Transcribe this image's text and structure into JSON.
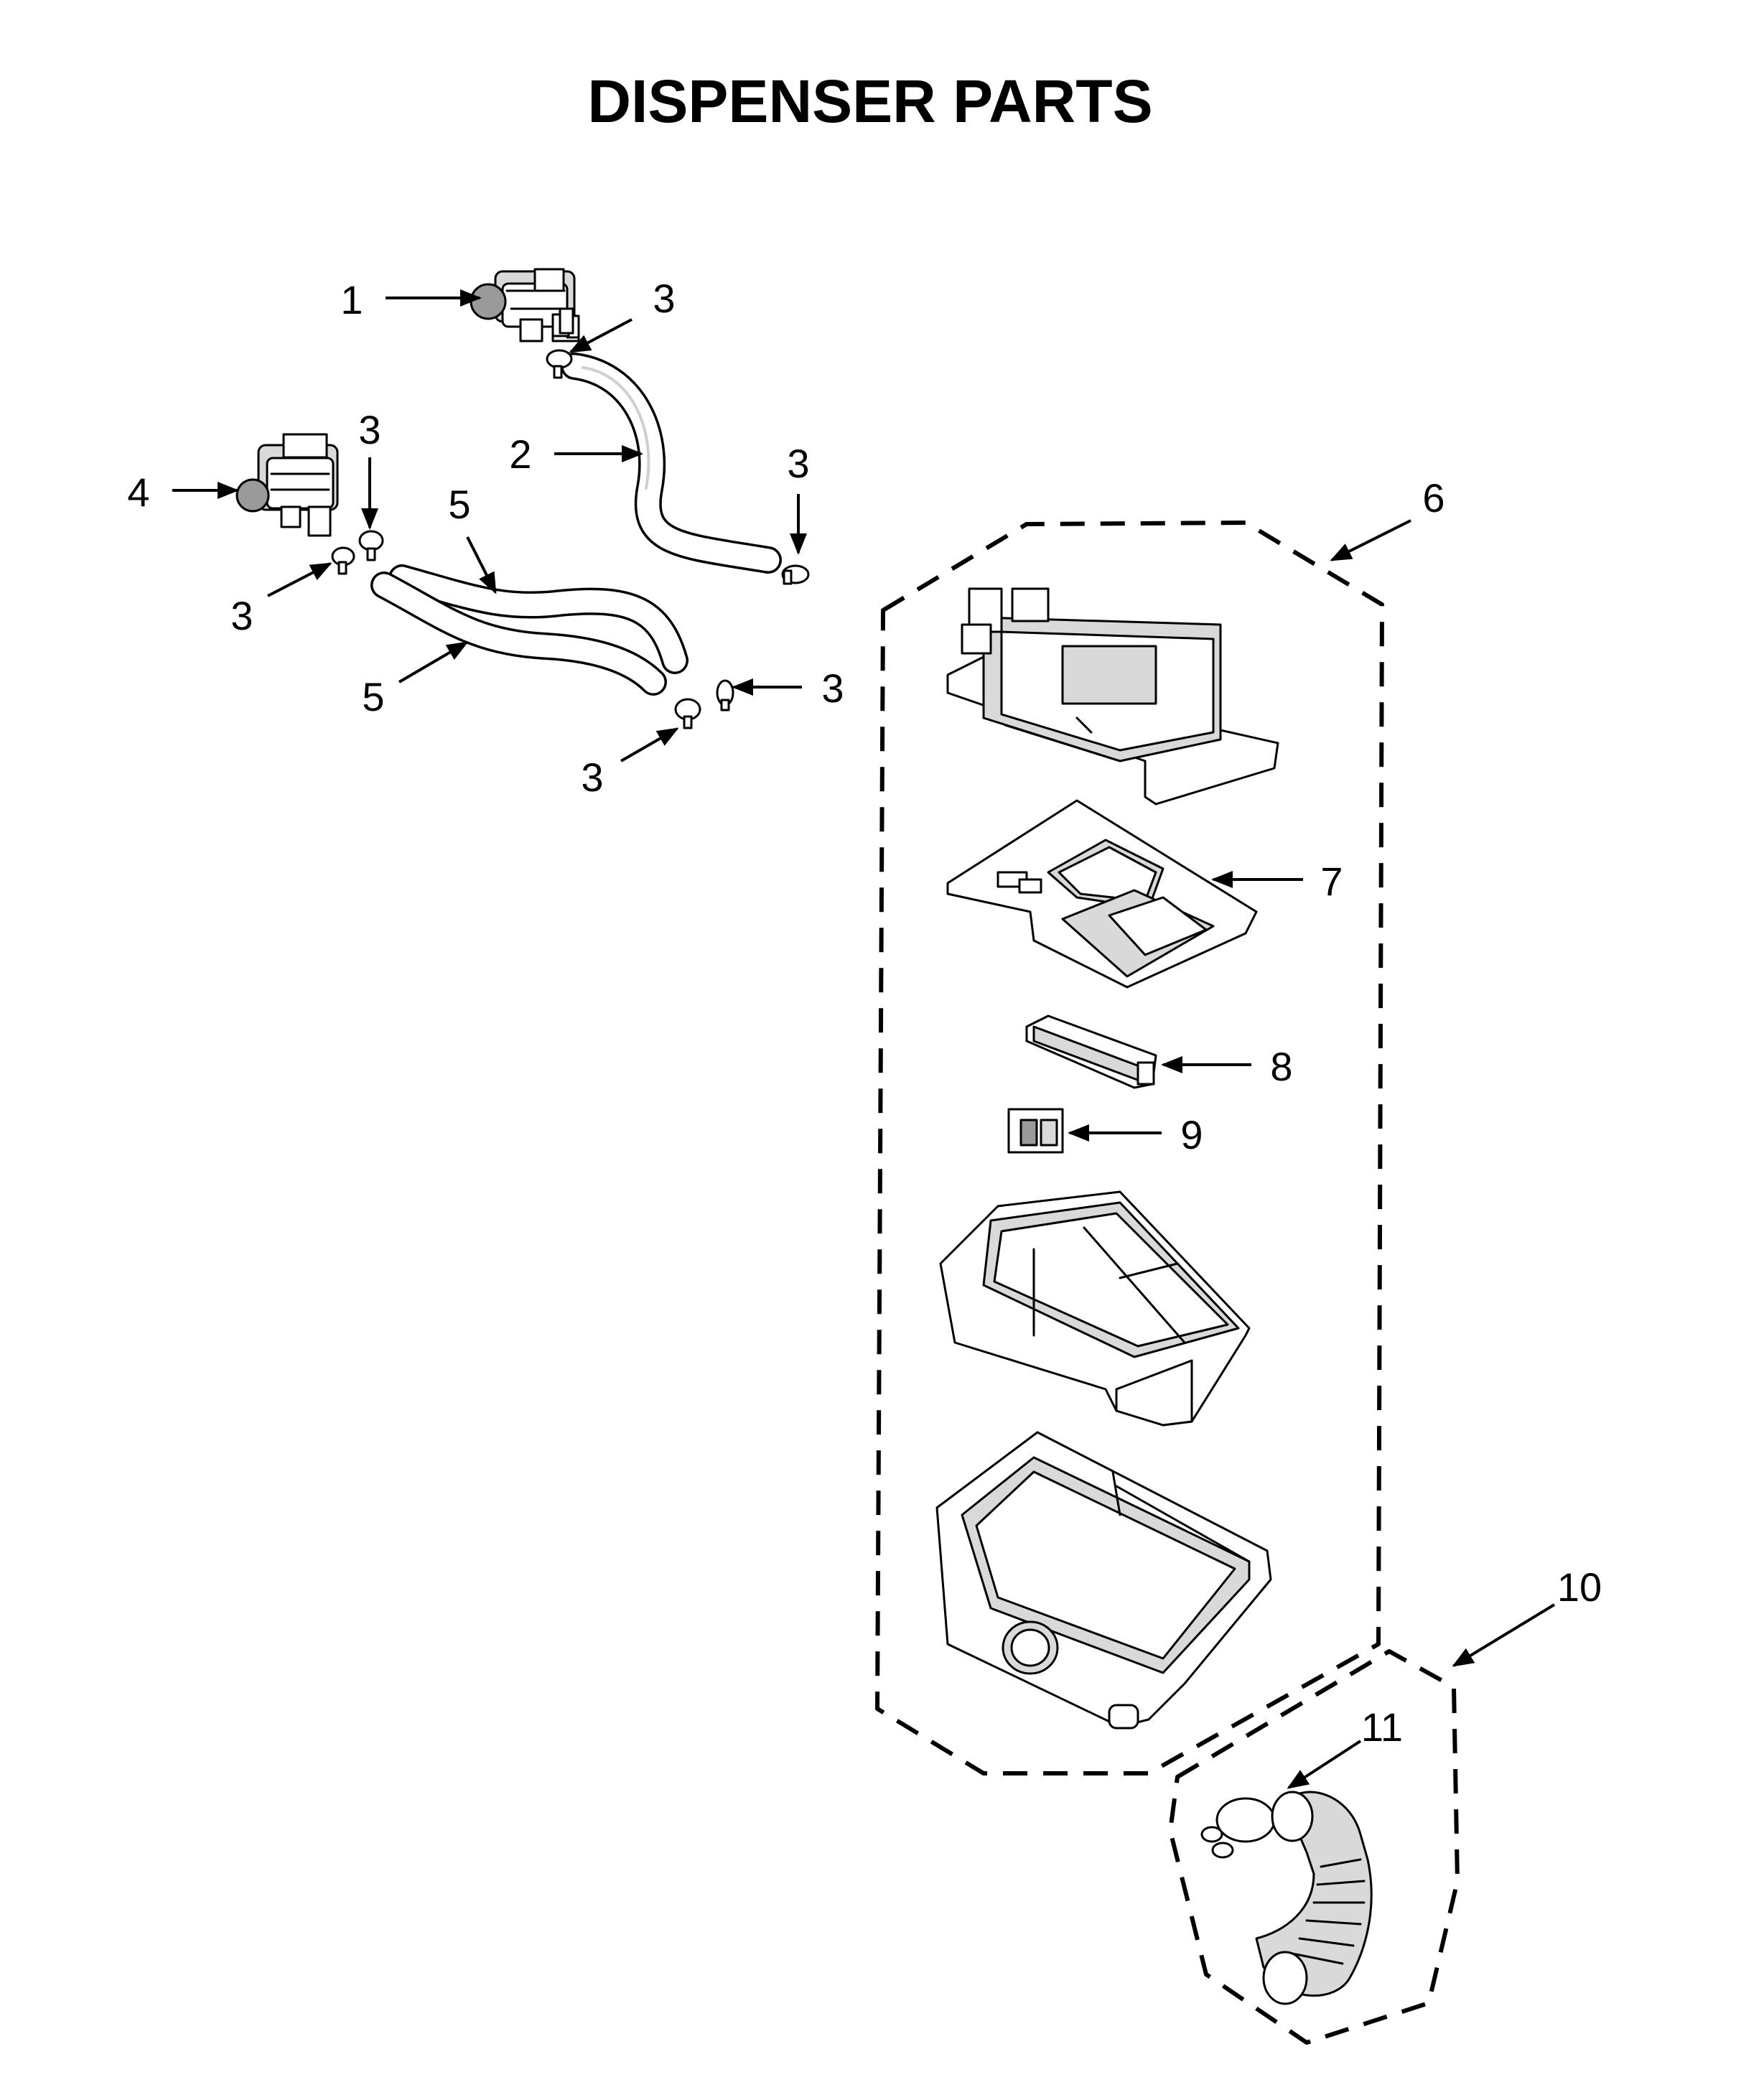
{
  "title": "DISPENSER PARTS",
  "callouts": [
    {
      "id": "c1",
      "label": "1"
    },
    {
      "id": "c3a",
      "label": "3"
    },
    {
      "id": "c3b",
      "label": "3"
    },
    {
      "id": "c2",
      "label": "2"
    },
    {
      "id": "c3c",
      "label": "3"
    },
    {
      "id": "c4",
      "label": "4"
    },
    {
      "id": "c5a",
      "label": "5"
    },
    {
      "id": "c3d",
      "label": "3"
    },
    {
      "id": "c5b",
      "label": "5"
    },
    {
      "id": "c3e",
      "label": "3"
    },
    {
      "id": "c3f",
      "label": "3"
    },
    {
      "id": "c6",
      "label": "6"
    },
    {
      "id": "c7",
      "label": "7"
    },
    {
      "id": "c8",
      "label": "8"
    },
    {
      "id": "c9",
      "label": "9"
    },
    {
      "id": "c10",
      "label": "10"
    },
    {
      "id": "c11",
      "label": "11"
    }
  ],
  "colors": {
    "ink": "#000000",
    "paper": "#ffffff",
    "shade": "#d9d9d9"
  }
}
